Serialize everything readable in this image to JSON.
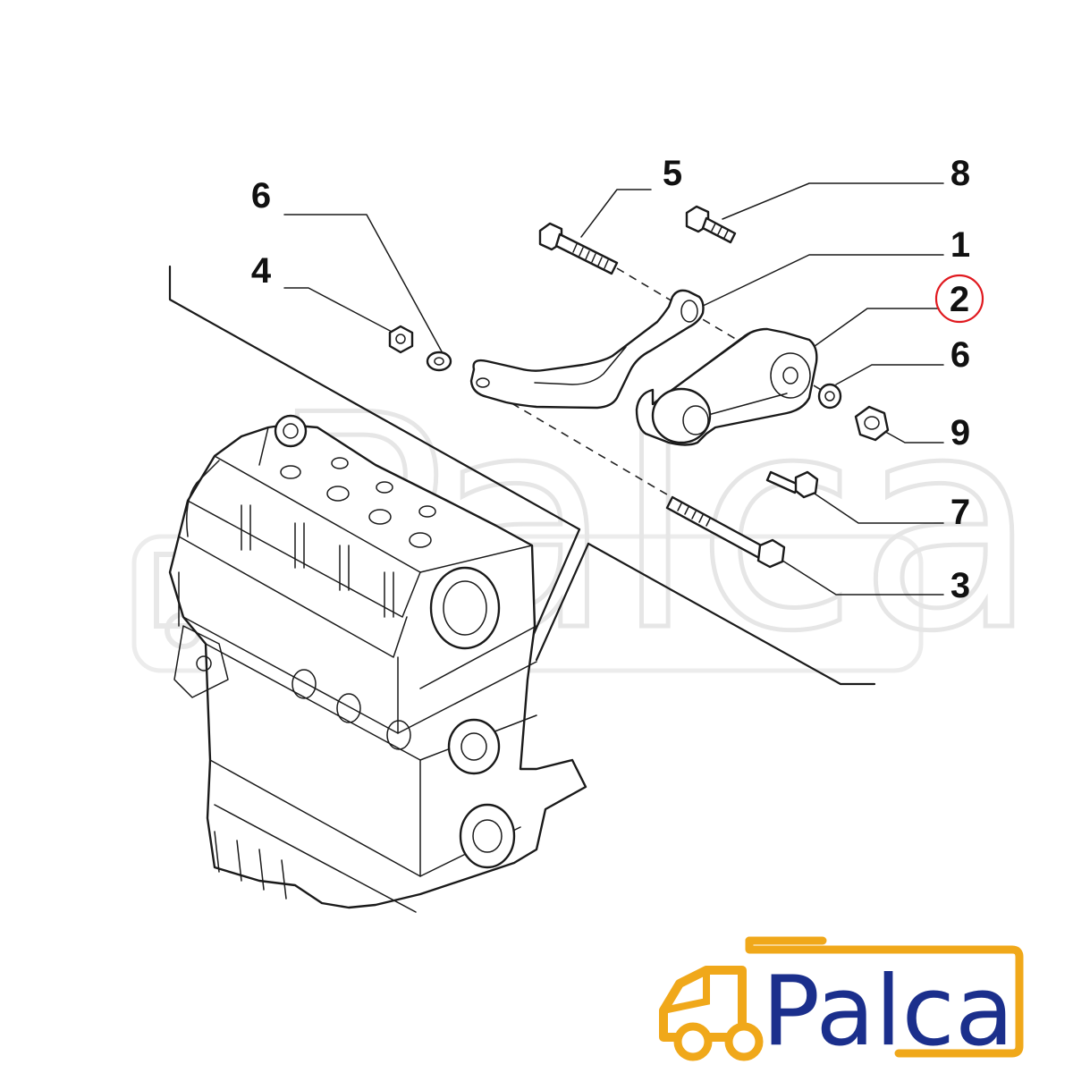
{
  "diagram": {
    "callouts": [
      {
        "id": "c6a",
        "label": "6"
      },
      {
        "id": "c4",
        "label": "4"
      },
      {
        "id": "c5",
        "label": "5"
      },
      {
        "id": "c8",
        "label": "8"
      },
      {
        "id": "c1",
        "label": "1"
      },
      {
        "id": "c2",
        "label": "2",
        "highlighted": true
      },
      {
        "id": "c6b",
        "label": "6"
      },
      {
        "id": "c9",
        "label": "9"
      },
      {
        "id": "c7",
        "label": "7"
      },
      {
        "id": "c3",
        "label": "3"
      }
    ],
    "highlight_color": "#e0191f"
  },
  "watermark": {
    "text": "Palca"
  },
  "logo": {
    "text": "Palca",
    "text_color": "#1b2f8c",
    "accent_color": "#f0a81a",
    "icon": "truck-icon"
  }
}
